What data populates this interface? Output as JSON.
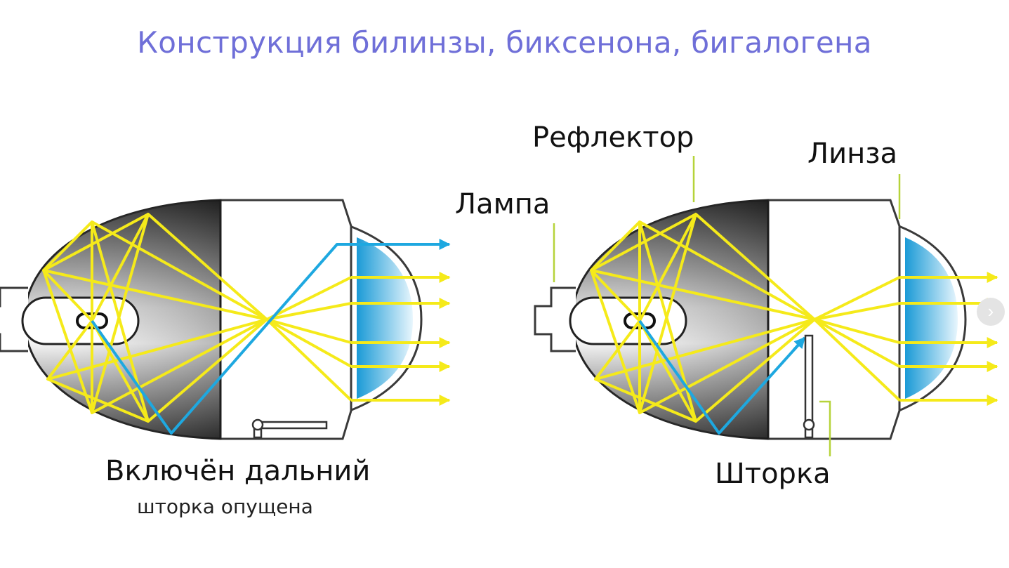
{
  "title": "Конструкция билинзы, биксенона, бигалогена",
  "labels": {
    "lamp": "Лампа",
    "reflector": "Рефлектор",
    "lens": "Линза",
    "shutter": "Шторка"
  },
  "captions": {
    "left_main": "Включён дальний",
    "left_sub": "шторка опущена"
  },
  "colors": {
    "title": "#6f6fd8",
    "light_ray": "#f5ea1a",
    "reflected_ray": "#1ea8e0",
    "leader_line": "#b6d33a",
    "outline": "#3a3a3a"
  },
  "icons": {
    "next": "chevron-right-icon"
  },
  "nav": {
    "next_glyph": "›"
  }
}
